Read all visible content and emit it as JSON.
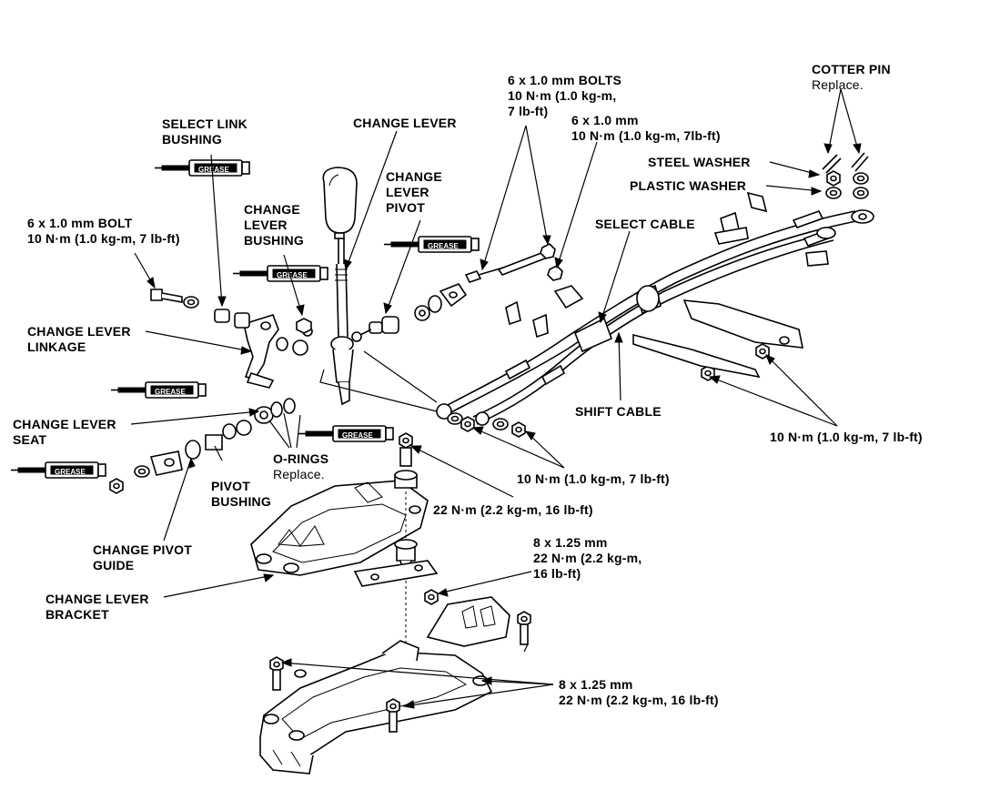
{
  "labels": {
    "select_link_bushing": [
      "SELECT LINK",
      "BUSHING"
    ],
    "change_lever": "CHANGE LEVER",
    "change_lever_pivot": [
      "CHANGE",
      "LEVER",
      "PIVOT"
    ],
    "change_lever_bushing": [
      "CHANGE",
      "LEVER",
      "BUSHING"
    ],
    "bolt_6x1_left": [
      "6 x 1.0 mm BOLT",
      "10 N·m (1.0 kg-m, 7 lb-ft)"
    ],
    "bolts_6x1_top": [
      "6 x 1.0 mm BOLTS",
      "10 N·m (1.0 kg-m,",
      "7 lb-ft)"
    ],
    "bolt_6x1_mid": [
      "6 x 1.0 mm",
      "10 N·m (1.0 kg-m, 7lb-ft)"
    ],
    "cotter_pin": "COTTER PIN",
    "cotter_pin_note": "Replace.",
    "steel_washer": "STEEL WASHER",
    "plastic_washer": "PLASTIC WASHER",
    "select_cable": "SELECT CABLE",
    "change_lever_linkage": [
      "CHANGE LEVER",
      "LINKAGE"
    ],
    "change_lever_seat": [
      "CHANGE LEVER",
      "SEAT"
    ],
    "o_rings": "O-RINGS",
    "o_rings_note": "Replace.",
    "pivot_bushing": [
      "PIVOT",
      "BUSHING"
    ],
    "shift_cable": "SHIFT CABLE",
    "torque_10_right": "10 N·m (1.0 kg-m, 7 lb-ft)",
    "torque_10_center": "10 N·m (1.0 kg-m, 7 lb-ft)",
    "torque_22_center": "22 N·m (2.2 kg-m, 16 lb-ft)",
    "change_pivot_guide": [
      "CHANGE PIVOT",
      "GUIDE"
    ],
    "change_lever_bracket": [
      "CHANGE LEVER",
      "BRACKET"
    ],
    "bolt_8x125_upper": [
      "8 x 1.25 mm",
      "22 N·m (2.2 kg-m,",
      "16 lb-ft)"
    ],
    "bolt_8x125_lower": [
      "8 x 1.25 mm",
      "22 N·m (2.2 kg-m, 16 lb-ft)"
    ]
  },
  "grease_tag": "GREASE",
  "icons": [
    "grease-gun-icon",
    "bolt-icon",
    "nut-icon",
    "washer-icon",
    "cotter-pin-icon",
    "bushing-icon"
  ]
}
